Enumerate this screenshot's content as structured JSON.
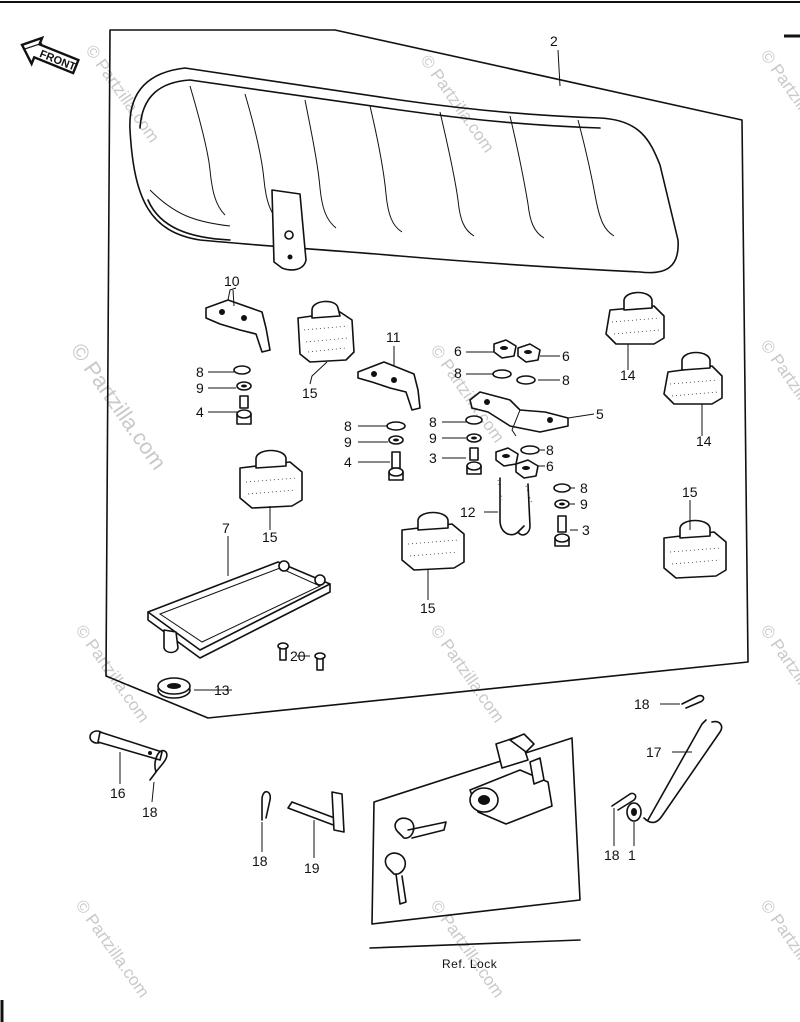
{
  "diagram": {
    "front_label": "FRONT",
    "reference": "Ref.  Lock",
    "watermark_main": "© Partzilla.com",
    "watermark_small": "© Partzilla.com",
    "callouts": {
      "c1": "1",
      "c2": "2",
      "c3a": "3",
      "c3b": "3",
      "c4a": "4",
      "c4b": "4",
      "c5": "5",
      "c6a": "6",
      "c6b": "6",
      "c6c": "6",
      "c7": "7",
      "c8a": "8",
      "c8b": "8",
      "c8c": "8",
      "c8d": "8",
      "c8e": "8",
      "c8f": "8",
      "c8g": "8",
      "c9a": "9",
      "c9b": "9",
      "c9c": "9",
      "c9d": "9",
      "c10": "10",
      "c11": "11",
      "c12": "12",
      "c13": "13",
      "c14a": "14",
      "c14b": "14",
      "c15a": "15",
      "c15b": "15",
      "c15c": "15",
      "c15d": "15",
      "c16": "16",
      "c17": "17",
      "c18a": "18",
      "c18b": "18",
      "c18c": "18",
      "c18d": "18",
      "c19": "19",
      "c20": "20"
    }
  }
}
